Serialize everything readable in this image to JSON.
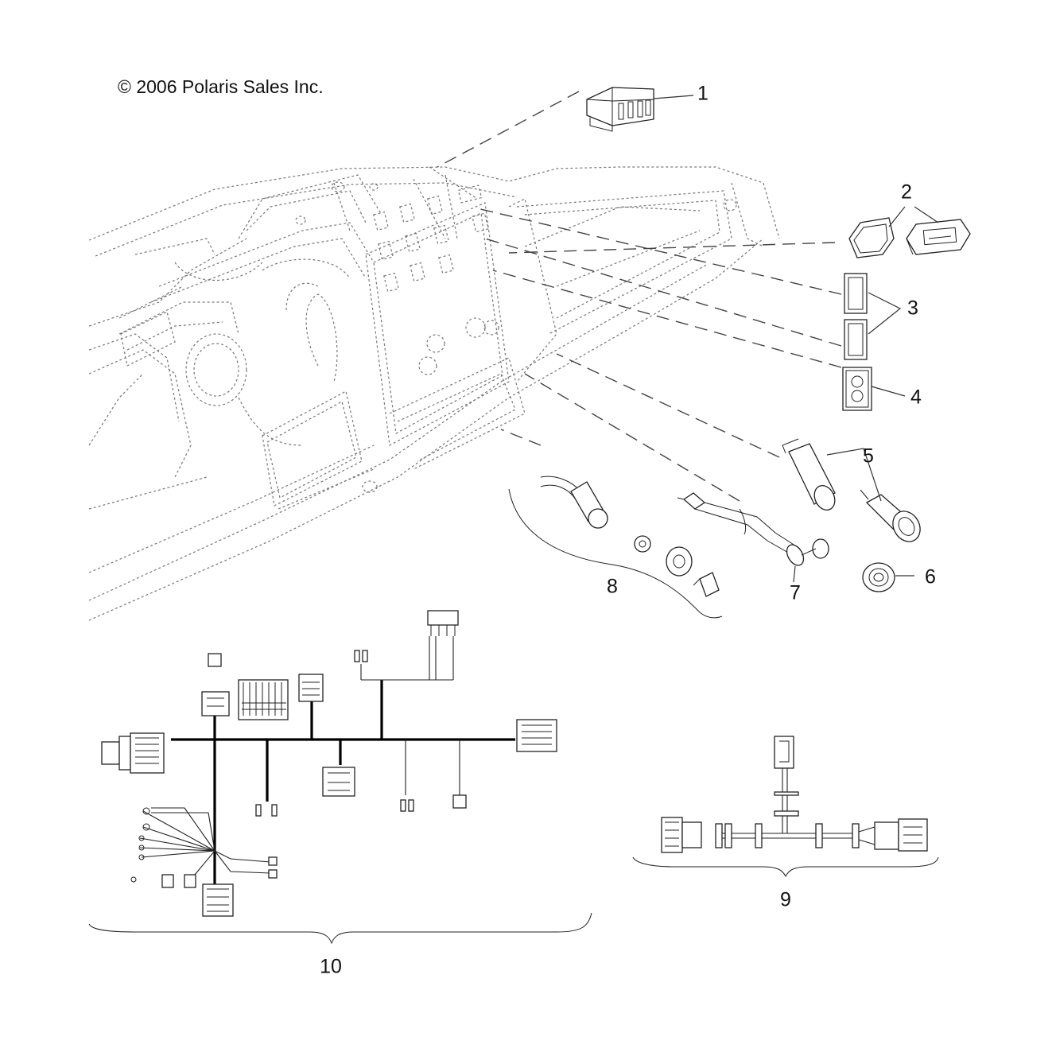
{
  "copyright": "© 2006 Polaris Sales Inc.",
  "callouts": [
    "1",
    "2",
    "3",
    "4",
    "5",
    "6",
    "7",
    "8",
    "9",
    "10"
  ],
  "colors": {
    "line": "#222222",
    "background": "#ffffff"
  }
}
